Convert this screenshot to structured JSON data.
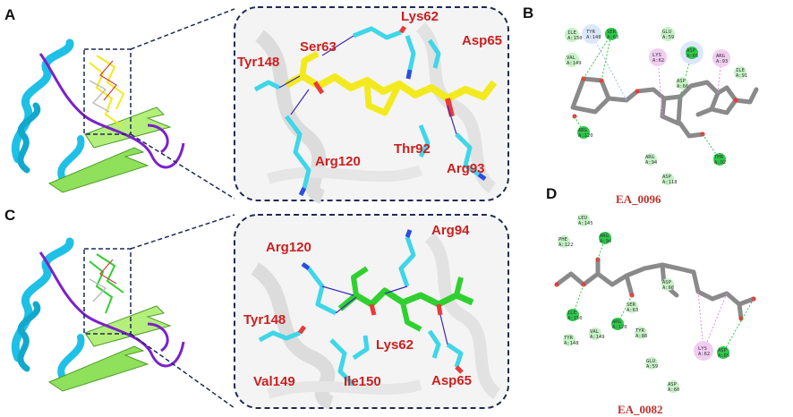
{
  "panels": {
    "A": {
      "letter": "A",
      "residues": [
        "Ser63",
        "Lys62",
        "Asp65",
        "Tyr148",
        "Arg120",
        "Thr92",
        "Arg93"
      ]
    },
    "B": {
      "letter": "B",
      "ligand_title": "EA_0096",
      "nodes": [
        {
          "text": "ILE\nA:150",
          "kind": "vdw"
        },
        {
          "text": "TYR\nA:148",
          "kind": "pi"
        },
        {
          "text": "SER\nA:63",
          "kind": "hbond"
        },
        {
          "text": "GLU\nA:59",
          "kind": "vdw"
        },
        {
          "text": "ASP\nA:65",
          "kind": "hbond"
        },
        {
          "text": "ARG\nA:93",
          "kind": "alkyl"
        },
        {
          "text": "ILE\nA:91",
          "kind": "vdw"
        },
        {
          "text": "VAL\nA:149",
          "kind": "vdw"
        },
        {
          "text": "LYS\nA:62",
          "kind": "alkyl"
        },
        {
          "text": "ASP\nA:66",
          "kind": "vdw"
        },
        {
          "text": "ARG\nA:120",
          "kind": "hbond"
        },
        {
          "text": "ARG\nA:94",
          "kind": "vdw"
        },
        {
          "text": "THR\nA:92",
          "kind": "hbond"
        },
        {
          "text": "ASP\nA:118",
          "kind": "vdw"
        }
      ]
    },
    "C": {
      "letter": "C",
      "residues": [
        "Arg120",
        "Arg94",
        "Tyr148",
        "Lys62",
        "Val149",
        "Ile150",
        "Asp65"
      ]
    },
    "D": {
      "letter": "D",
      "ligand_title": "EA_0082",
      "nodes": [
        {
          "text": "LEU\nA:145",
          "kind": "vdw"
        },
        {
          "text": "ARG\nA:94",
          "kind": "hbond"
        },
        {
          "text": "PHE\nA:122",
          "kind": "vdw"
        },
        {
          "text": "ASP\nA:66",
          "kind": "vdw"
        },
        {
          "text": "SER\nA:63",
          "kind": "vdw"
        },
        {
          "text": "ILE\nA:150",
          "kind": "hbond"
        },
        {
          "text": "ARG\nA:120",
          "kind": "hbond"
        },
        {
          "text": "VAL\nA:149",
          "kind": "vdw"
        },
        {
          "text": "TYR\nA:148",
          "kind": "vdw"
        },
        {
          "text": "TYR\nA:88",
          "kind": "vdw"
        },
        {
          "text": "GLU\nA:59",
          "kind": "vdw"
        },
        {
          "text": "LYS\nA:62",
          "kind": "alkyl"
        },
        {
          "text": "ASP\nA:65",
          "kind": "hbond"
        },
        {
          "text": "ASP\nA:60",
          "kind": "vdw"
        }
      ]
    }
  },
  "colors": {
    "label_red": "#cc1f1f",
    "helix_cyan": "#1fc0e6",
    "sheet_green": "#8fe05a",
    "loop_purple": "#7a22c9",
    "ligand_yellow": "#f2ea1f",
    "ligand_green": "#2fd02f",
    "residue_cyan": "#3fd6e8",
    "hbond_green": "#2ec84a",
    "vdw_green": "#c6f2c6",
    "pi_blue": "#dde7fb",
    "alkyl_pink": "#f2cdf2",
    "ligand_gray": "#8a8a8a"
  }
}
